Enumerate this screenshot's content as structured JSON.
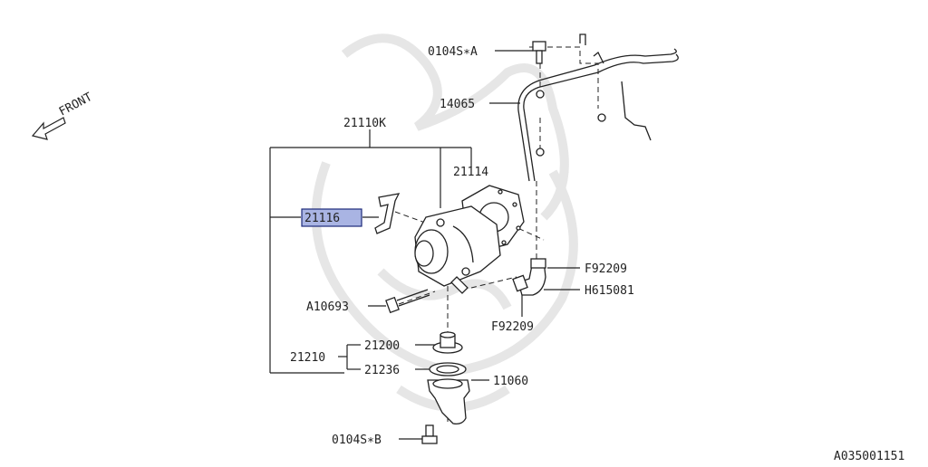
{
  "diagram": {
    "front_label": "FRONT",
    "figure_id": "A035001151",
    "parts": {
      "p0104SA": "0104S∗A",
      "p14065": "14065",
      "p21110K": "21110K",
      "p21114": "21114",
      "p21116": "21116",
      "pF92209a": "F92209",
      "pH615081": "H615081",
      "pF92209b": "F92209",
      "pA10693": "A10693",
      "p21200": "21200",
      "p21210": "21210",
      "p21236": "21236",
      "p11060": "11060",
      "p0104SB": "0104S∗B"
    },
    "highlighted_part": "21116"
  }
}
